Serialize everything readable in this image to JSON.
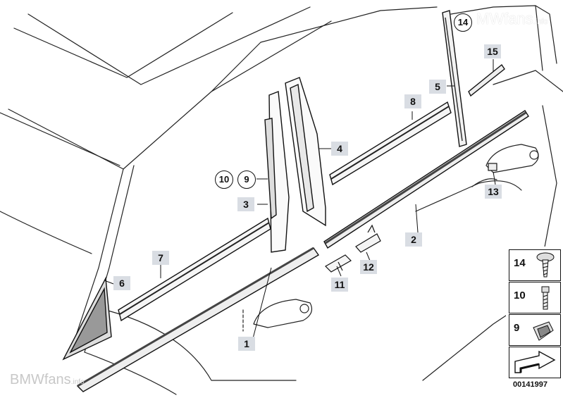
{
  "watermarks": {
    "top_main": "MWfans",
    "top_suffix": ".info",
    "bottom_main": "BMWfans",
    "bottom_suffix": ".info"
  },
  "callouts": {
    "c1": "1",
    "c2": "2",
    "c3": "3",
    "c4": "4",
    "c5": "5",
    "c6": "6",
    "c7": "7",
    "c8": "8",
    "c9": "9",
    "c11": "11",
    "c12": "12",
    "c13": "13",
    "c15": "15"
  },
  "circled": {
    "c14": "14",
    "c10": "10",
    "c9": "9"
  },
  "legend": [
    {
      "number": "14",
      "icon": "screw-icon"
    },
    {
      "number": "10",
      "icon": "bolt-icon"
    },
    {
      "number": "9",
      "icon": "clip-icon"
    },
    {
      "number": "",
      "icon": "arrow-icon"
    }
  ],
  "document_number": "00141997"
}
